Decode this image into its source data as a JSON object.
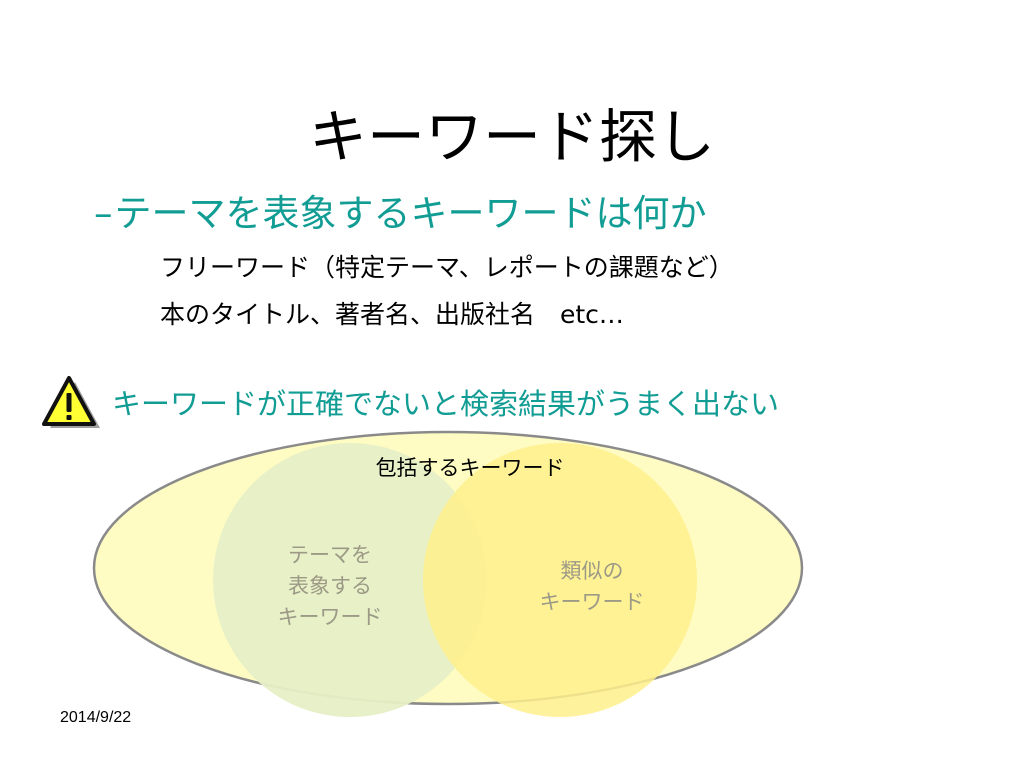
{
  "slide": {
    "title": "キーワード探し",
    "subhead": {
      "dash": "–",
      "text": "テーマを表象するキーワードは何か"
    },
    "lines": [
      "フリーワード（特定テーマ、レポートの課題など）",
      "本のタイトル、著者名、出版社名　etc…"
    ],
    "warning": {
      "icon": "warning-triangle-icon",
      "text": "キーワードが正確でないと検索結果がうまく出ない"
    }
  },
  "diagram": {
    "outer_label": "包括するキーワード",
    "left_lines": [
      "テーマを",
      "表象する",
      "キーワード"
    ],
    "right_lines": [
      "類似の",
      "キーワード"
    ]
  },
  "footer": {
    "date": "2014/9/22"
  },
  "colors": {
    "accent_teal": "#119c94",
    "outer_fill": "#fffcc3",
    "left_fill": "#e6efc6",
    "right_fill": "#fff08c",
    "overlap_fill": "#f8ee98",
    "muted_text": "#9c9a86",
    "warning_yellow": "#ffff33"
  }
}
